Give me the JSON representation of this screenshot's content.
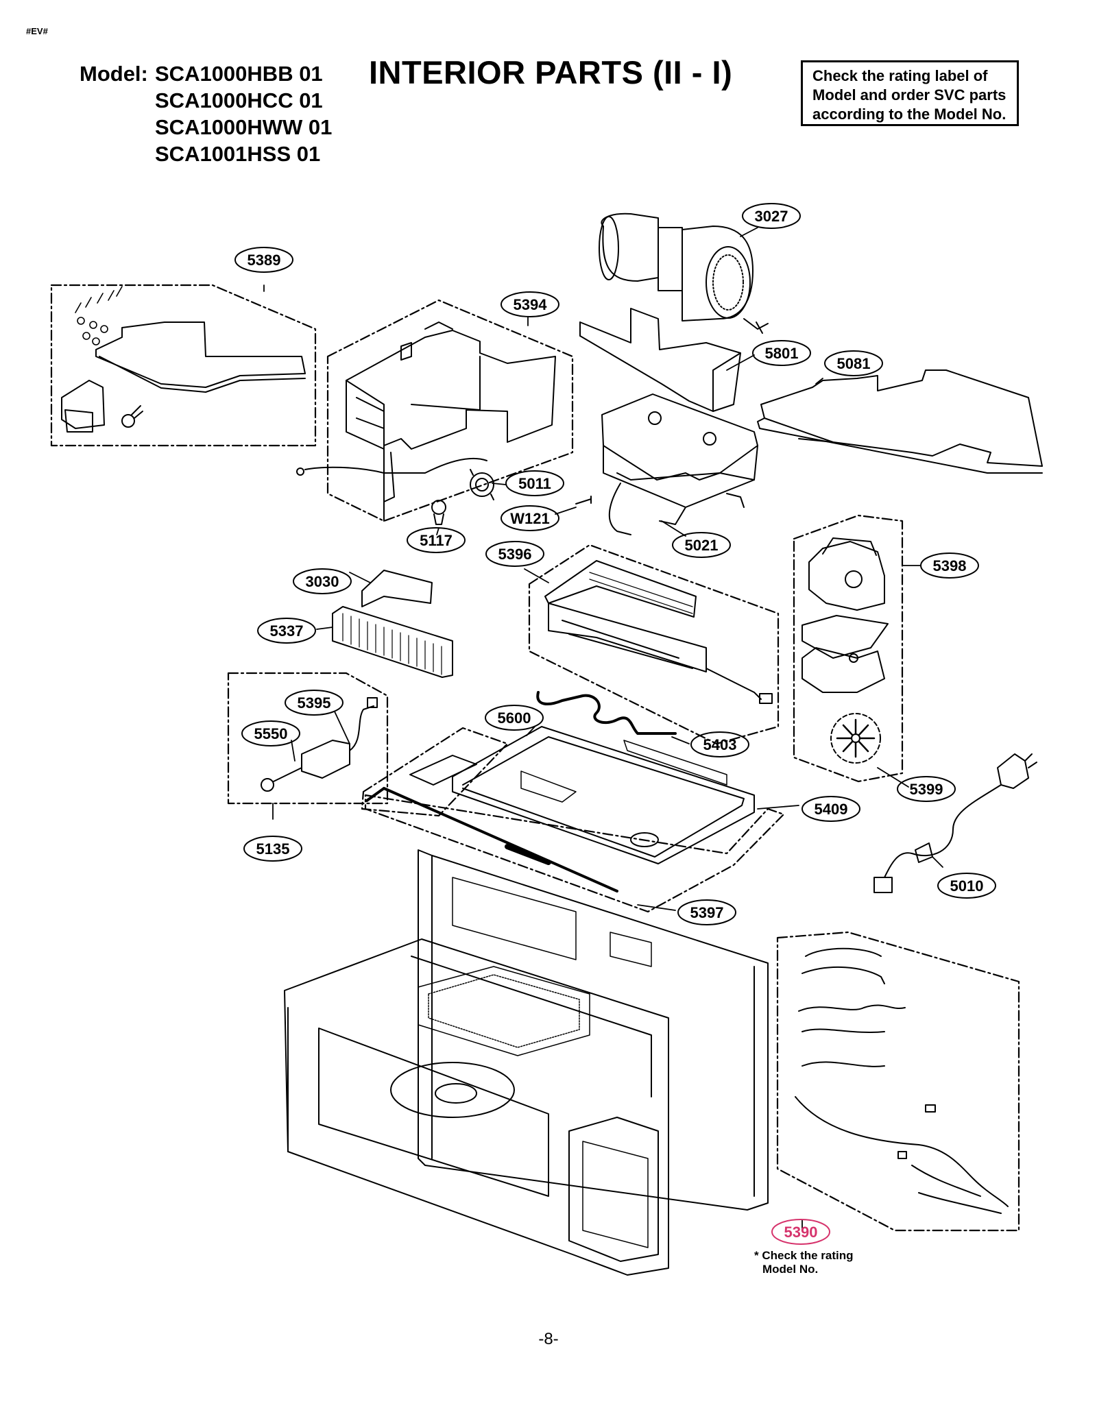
{
  "header": {
    "corner_tag": "#EV#",
    "model_label": "Model:",
    "models": [
      "SCA1000HBB 01",
      "SCA1000HCC 01",
      "SCA1000HWW 01",
      "SCA1001HSS 01"
    ],
    "title": "INTERIOR PARTS (II - I)",
    "notice_lines": [
      "Check the rating label of",
      "Model and order SVC parts",
      "according to the Model No."
    ]
  },
  "callouts": {
    "3027": "3027",
    "5389": "5389",
    "5394": "5394",
    "5801": "5801",
    "5081": "5081",
    "5011": "5011",
    "W121": "W121",
    "5117": "5117",
    "5021": "5021",
    "5396": "5396",
    "5398": "5398",
    "3030": "3030",
    "5337": "5337",
    "5395": "5395",
    "5550": "5550",
    "5600": "5600",
    "5403": "5403",
    "5399": "5399",
    "5409": "5409",
    "5135": "5135",
    "5010": "5010",
    "5397": "5397",
    "5390": "5390"
  },
  "colors": {
    "highlight_callout": "#d6336c"
  },
  "footnote": {
    "line1": "* Check the rating",
    "line2": "Model No."
  },
  "page_number": "-8-"
}
